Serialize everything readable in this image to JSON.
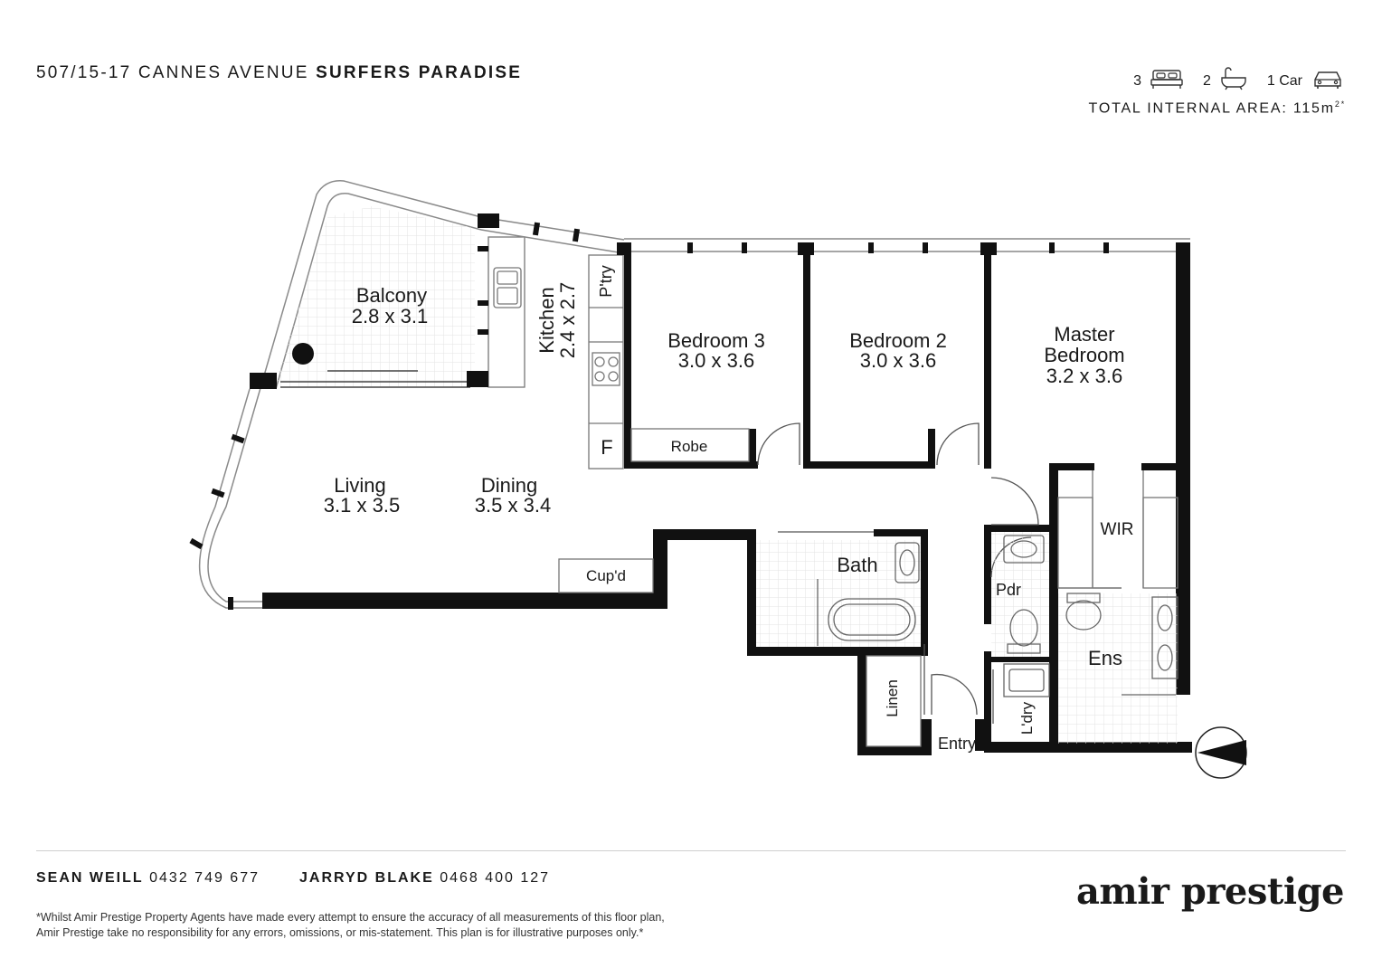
{
  "header": {
    "address": "507/15-17 CANNES AVENUE",
    "suburb": "SURFERS PARADISE"
  },
  "specs": {
    "bedrooms": "3",
    "bedroom_icon": "bed-icon",
    "bathrooms": "2",
    "bathroom_icon": "bathtub-icon",
    "car": "1 Car",
    "car_icon": "car-icon"
  },
  "area": {
    "label": "TOTAL INTERNAL AREA:",
    "value": "115m",
    "unit_suffix": "2*"
  },
  "rooms": {
    "balcony": {
      "name": "Balcony",
      "size": "2.8 x 3.1"
    },
    "kitchen": {
      "name": "Kitchen",
      "size": "2.4 x 2.7"
    },
    "pantry": {
      "name": "P'try"
    },
    "fridge": {
      "name": "F"
    },
    "bedroom3": {
      "name": "Bedroom 3",
      "size": "3.0 x 3.6"
    },
    "robe": {
      "name": "Robe"
    },
    "bedroom2": {
      "name": "Bedroom 2",
      "size": "3.0 x 3.6"
    },
    "master": {
      "name_line1": "Master",
      "name_line2": "Bedroom",
      "size": "3.2 x 3.6"
    },
    "living": {
      "name": "Living",
      "size": "3.1 x 3.5"
    },
    "dining": {
      "name": "Dining",
      "size": "3.5 x 3.4"
    },
    "cupd": {
      "name": "Cup'd"
    },
    "bath": {
      "name": "Bath"
    },
    "wir": {
      "name": "WIR"
    },
    "pdr": {
      "name": "Pdr"
    },
    "ens": {
      "name": "Ens"
    },
    "linen": {
      "name": "Linen"
    },
    "ldry": {
      "name": "L'dry"
    },
    "entry": {
      "name": "Entry"
    }
  },
  "compass_icon": "north-arrow-icon",
  "agents": [
    {
      "name": "SEAN WEILL",
      "phone": "0432 749 677"
    },
    {
      "name": "JARRYD BLAKE",
      "phone": "0468 400 127"
    }
  ],
  "disclaimer": {
    "line1": "*Whilst Amir Prestige Property Agents have made every attempt to ensure the accuracy of all measurements of this floor plan,",
    "line2": "Amir Prestige take no responsibility for any errors, omissions, or mis-statement. This plan is for illustrative purposes only.*"
  },
  "logo": "amir prestige",
  "colors": {
    "wall": "#111111",
    "text": "#1a1a1a",
    "tile": "#e6e6e6"
  }
}
